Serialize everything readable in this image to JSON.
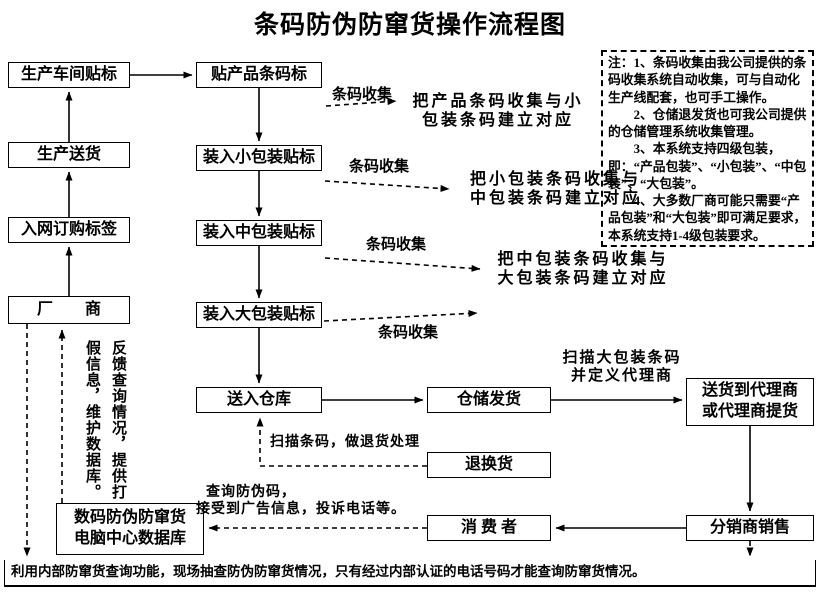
{
  "title": "条码防伪防窜货操作流程图",
  "boxes": {
    "workshop": "生产车间贴标",
    "delivery": "生产送货",
    "order_labels": "入网订购标签",
    "manufacturer": "厂　　商",
    "attach_product_barcode": "贴产品条码标",
    "pack_small": "装入小包装贴标",
    "pack_medium": "装入中包装贴标",
    "pack_large": "装入大包装贴标",
    "into_warehouse": "送入仓库",
    "warehouse_dispatch": "仓储发货",
    "deliver_to_agent": "送货到代理商\n或代理商提货",
    "returns": "退换货",
    "consumer": "消 费 者",
    "distributor_sales": "分销商销售",
    "database_center": "数码防伪防窜货\n电脑中心数据库"
  },
  "labels": {
    "collect1": "条码收集",
    "collect2": "条码收集",
    "collect3": "条码收集",
    "collect4": "条码收集",
    "map_product_small": "把产品条码收集与小\n包装条码建立对应",
    "map_small_medium": "把小包装条码收集与\n中包装条码建立对应",
    "map_medium_large": "把中包装条码收集与\n大包装条码建立对应",
    "scan_large_define_agent": "扫描大包装条码\n并定义代理商",
    "scan_return": "扫描条码，做退货处理",
    "query_info": "查询防伪码，\n接受到广告信息，投诉电话等。",
    "feedback_part1": "反馈查询情况，提供打",
    "feedback_part2": "假信息，维护数据库。"
  },
  "note": {
    "items": [
      "注：1、条码收集由我公司提供的条码收集系统自动收集，可与自动化生产线配套，也可手工操作。",
      "2、仓储退发货也可我公司提供的仓储管理系统收集管理。",
      "3、本系统支持四级包装，即：“产品包装”、“小包装”、“中包装”、“大包装”。",
      "4、大多数厂商可能只需要“产品包装”和“大包装”即可满足要求，本系统支持1-4级包装要求。"
    ]
  },
  "footer": "利用内部防窜货查询功能，现场抽查防伪防窜货情况，只有经过内部认证的电话号码才能查询防窜货情况。"
}
